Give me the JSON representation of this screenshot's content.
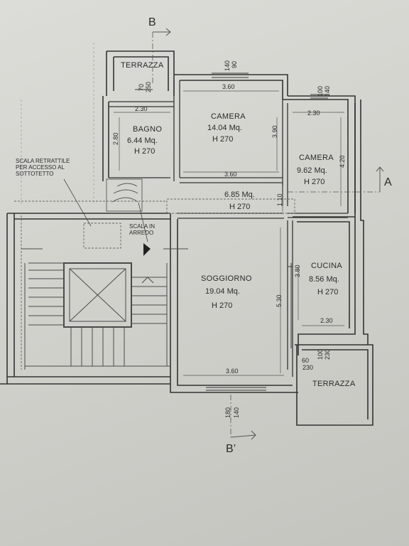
{
  "section_marks": {
    "top": "B",
    "right": "A",
    "bottom": "B’"
  },
  "rooms": [
    {
      "key": "terrazza_top",
      "name": "TERRAZZA",
      "area": "",
      "height": ""
    },
    {
      "key": "bagno",
      "name": "BAGNO",
      "area": "6.44 Mq.",
      "height": "H 270"
    },
    {
      "key": "camera1",
      "name": "CAMERA",
      "area": "14.04 Mq.",
      "height": "H 270"
    },
    {
      "key": "camera2",
      "name": "CAMERA",
      "area": "9.62 Mq.",
      "height": "H 270"
    },
    {
      "key": "disimpegno",
      "name": "",
      "area": "6.85 Mq.",
      "height": "H 270"
    },
    {
      "key": "soggiorno",
      "name": "SOGGIORNO",
      "area": "19.04 Mq.",
      "height": "H 270"
    },
    {
      "key": "cucina",
      "name": "CUCINA",
      "area": "8.56 Mq.",
      "height": "H 270"
    },
    {
      "key": "terrazza_bottom",
      "name": "TERRAZZA",
      "area": "",
      "height": ""
    }
  ],
  "notes": {
    "scala_retrattile": [
      "SCALA RETRATTILE",
      "PER ACCESSO AL",
      "SOTTOTETTO"
    ],
    "scala_arredo": [
      "SCALA IN",
      "ARREDO"
    ]
  },
  "dimensions": {
    "window_top_camera1": [
      "140",
      "90"
    ],
    "window_terrazza_top": [
      "70",
      "250"
    ],
    "window_camera2": [
      "100",
      "140"
    ],
    "window_bottom": [
      "180",
      "140"
    ],
    "window_bottom_right": [
      "60",
      "230"
    ],
    "window_bottom_right2": [
      "100",
      "230"
    ],
    "bagno_width": "2.30",
    "bagno_depth": "2.80",
    "camera1_width_top": "3.60",
    "camera1_width_bottom": "3.60",
    "camera1_depth": "3.90",
    "camera2_width": "2.30",
    "camera2_depth": "4.20",
    "corridor_depth": "1.10",
    "soggiorno_width": "3.60",
    "soggiorno_depth": "5.30",
    "cucina_width": "2.30",
    "cucina_depth": "3.80"
  }
}
